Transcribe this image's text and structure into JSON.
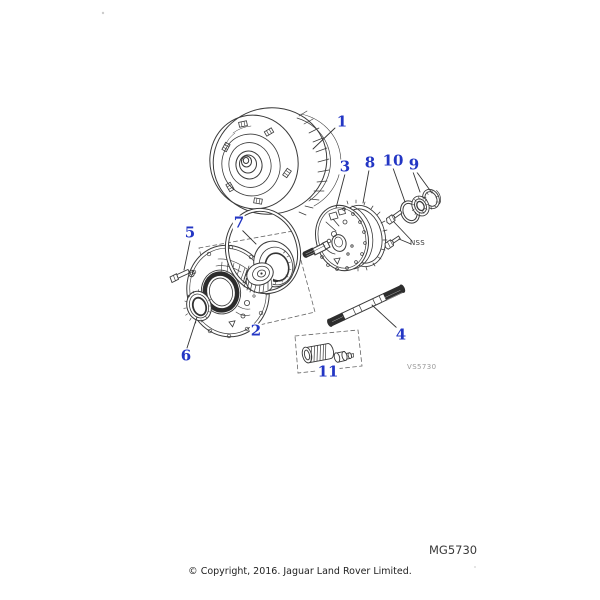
{
  "diagram": {
    "callouts": [
      "1",
      "2",
      "3",
      "4",
      "5",
      "6",
      "7",
      "8",
      "9",
      "10",
      "11"
    ],
    "annotation_nss": "NSS",
    "drawing_ref": "VS5730",
    "figure_ref": "MG5730",
    "copyright": "© Copyright, 2016. Jaguar Land Rover Limited.",
    "colors": {
      "callout_blue": "#2336c4",
      "line": "#3a3a3a"
    }
  }
}
